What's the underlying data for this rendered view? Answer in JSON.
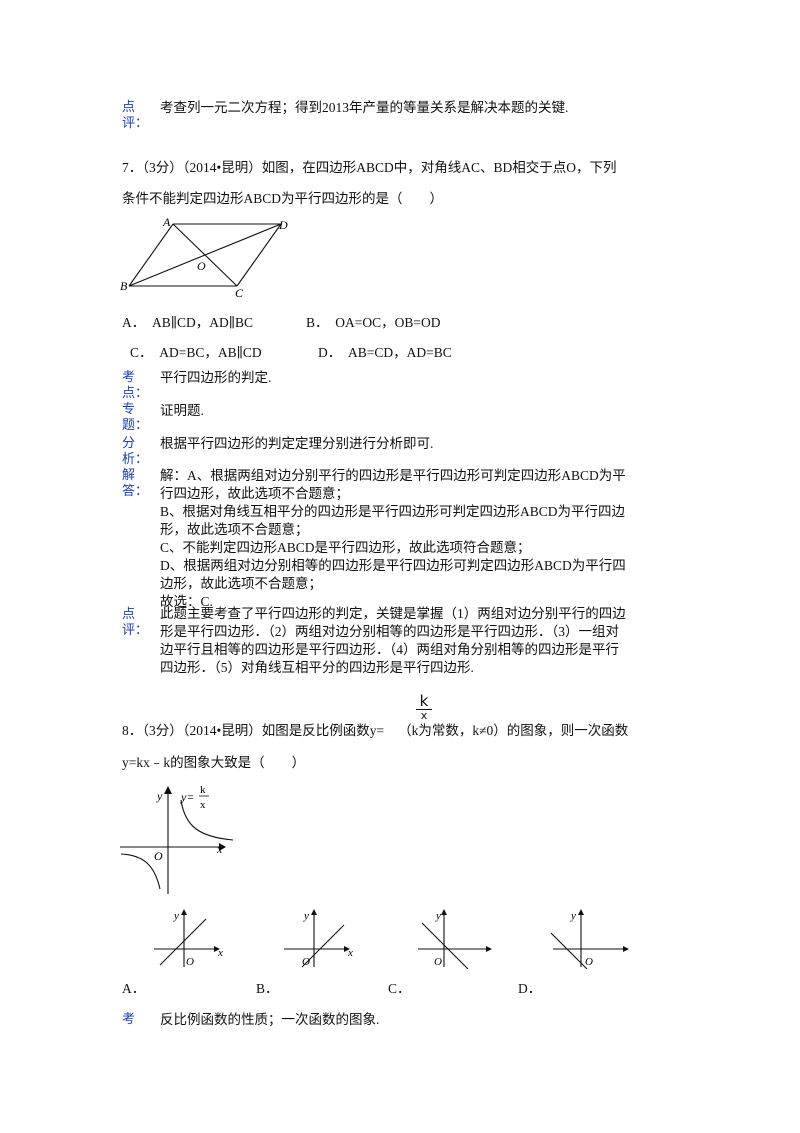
{
  "prev_comment": {
    "label_line1": "点",
    "label_line2": "评：",
    "text": "考查列一元二次方程；得到2013年产量的等量关系是解决本题的关键."
  },
  "q7": {
    "stem_line1": "7．（3分）（2014•昆明）如图，在四边形ABCD中，对角线AC、BD相交于点O，下列",
    "stem_line2": "条件不能判定四边形ABCD为平行四边形的是（　　）",
    "figure_labels": {
      "A": "A",
      "B": "B",
      "C": "C",
      "D": "D",
      "O": "O"
    },
    "options": {
      "A": "A．　AB∥CD，AD∥BC",
      "B": "B．　OA=OC，OB=OD",
      "C": "C．　AD=BC，AB∥CD",
      "D": "D．　AB=CD，AD=BC"
    },
    "kaodian": {
      "l1": "考",
      "l2": "点：",
      "text": "平行四边形的判定."
    },
    "zhuanti": {
      "l1": "专",
      "l2": "题：",
      "text": "证明题."
    },
    "fenxi": {
      "l1": "分",
      "l2": "析：",
      "text": "根据平行四边形的判定定理分别进行分析即可."
    },
    "jieda": {
      "l1": "解",
      "l2": "答：",
      "lines": [
        "解：A、根据两组对边分别平行的四边形是平行四边形可判定四边形ABCD为平",
        "行四边形，故此选项不合题意；",
        "B、根据对角线互相平分的四边形是平行四边形可判定四边形ABCD为平行四边",
        "形，故此选项不合题意；",
        "C、不能判定四边形ABCD是平行四边形，故此选项符合题意；",
        "D、根据两组对边分别相等的四边形是平行四边形可判定四边形ABCD为平行四",
        "边形，故此选项不合题意；",
        "故选：C."
      ]
    },
    "dianping": {
      "l1": "点",
      "l2": "评：",
      "lines": [
        "此题主要考查了平行四边形的判定，关键是掌握（1）两组对边分别平行的四边",
        "形是平行四边形．（2）两组对边分别相等的四边形是平行四边形．（3）一组对",
        "边平行且相等的四边形是平行四边形．（4）两组对角分别相等的四边形是平行",
        "四边形．（5）对角线互相平分的四边形是平行四边形."
      ]
    }
  },
  "q8": {
    "frac_num": "k",
    "frac_den": "x",
    "stem_line1_pre": "8．（3分）（2014•昆明）如图是反比例函数y=",
    "stem_line1_post": "（k为常数，k≠0）的图象，则一次函数",
    "stem_line2": "y=kx﹣k的图象大致是（　　）",
    "main_graph": {
      "y": "y",
      "x": "x",
      "o": "O",
      "func_lhs": "y=",
      "k": "k",
      "den": "x"
    },
    "small_graph_labels": {
      "y": "y",
      "x": "x",
      "o": "O"
    },
    "options": {
      "A": "A．",
      "B": "B．",
      "C": "C．",
      "D": "D．"
    },
    "kaodian": {
      "l1": "考",
      "text": "反比例函数的性质；一次函数的图象."
    }
  }
}
